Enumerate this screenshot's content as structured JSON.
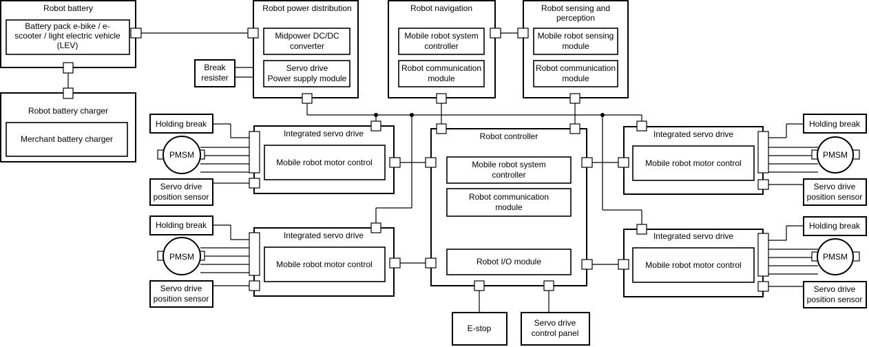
{
  "blocks": {
    "robot_battery": {
      "title": "Robot battery",
      "inner": [
        "Battery pack e-bike / e-",
        "scooter / light electric vehicle",
        "(LEV)"
      ]
    },
    "battery_charger": {
      "title": "Robot battery charger",
      "inner": [
        "Merchant battery charger"
      ]
    },
    "power_distribution": {
      "title": "Robot power distribution",
      "dcdc": [
        "Midpower DC/DC",
        "converter"
      ],
      "servo_psu": [
        "Servo drive",
        "Power supply module"
      ]
    },
    "break_resister": [
      "Break",
      "resister"
    ],
    "navigation": {
      "title": "Robot navigation",
      "controller": [
        "Mobile robot system",
        "controller"
      ],
      "comm": [
        "Robot communication",
        "module"
      ]
    },
    "sensing": {
      "title": [
        "Robot sensing and",
        "perception"
      ],
      "sensing_module": [
        "Mobile robot sensing",
        "module"
      ],
      "comm": [
        "Robot communication",
        "module"
      ]
    },
    "controller": {
      "title": "Robot controller",
      "system": [
        "Mobile robot system",
        "controller"
      ],
      "comm": [
        "Robot communication",
        "module"
      ],
      "io": "Robot I/O module"
    },
    "estop": "E-stop",
    "control_panel": [
      "Servo drive",
      "control panel"
    ],
    "servo": {
      "title": "Integrated servo drive",
      "motor_control": "Mobile robot motor control"
    },
    "holding_break": "Holding break",
    "pmsm": "PMSM",
    "position_sensor": [
      "Servo drive",
      "position sensor"
    ]
  }
}
